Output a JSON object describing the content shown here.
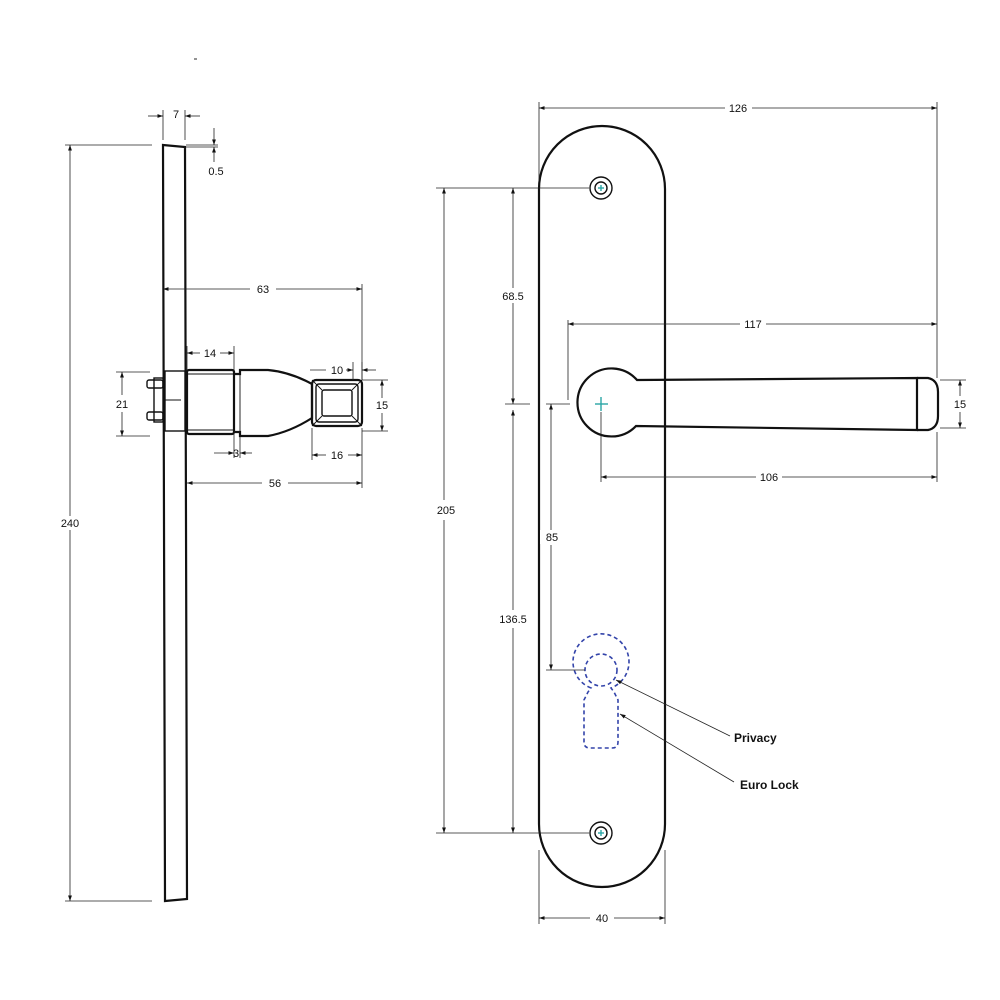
{
  "side_view": {
    "dims": {
      "thickness": "7",
      "chamfer": "0.5",
      "height": "240",
      "projection": "63",
      "rose_length": "14",
      "spindle_height": "21",
      "neck": "3",
      "grip_height": "15",
      "grip_width": "10",
      "grip_length": "16",
      "lever_projection": "56"
    }
  },
  "front_view": {
    "dims": {
      "plate_width": "126",
      "screw_centres": "205",
      "screw_to_handle": "68.5",
      "lever_length": "117",
      "lever_end": "15",
      "lever_reach": "106",
      "backset": "85",
      "lower_span": "136.5",
      "plate_base": "40"
    },
    "callouts": {
      "privacy": "Privacy",
      "euro_lock": "Euro Lock"
    }
  },
  "colors": {
    "line": "#111111",
    "hidden": "#3344aa",
    "centre_mark": "#2aa6a6"
  }
}
